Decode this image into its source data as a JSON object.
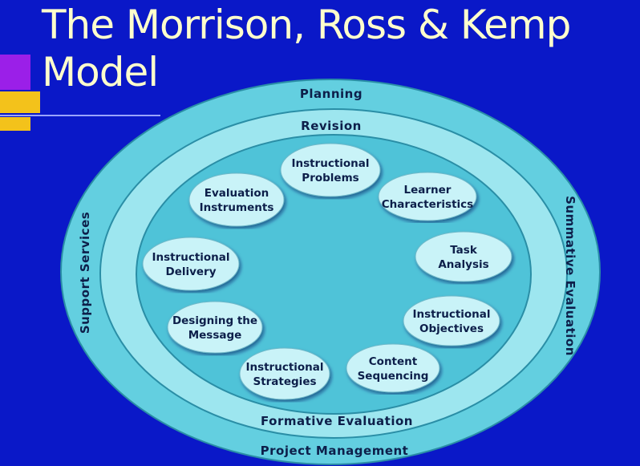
{
  "title": {
    "line1": "The Morrison, Ross & Kemp",
    "line2": "Model"
  },
  "colors": {
    "background": "#0a18c8",
    "title": "#ffffcc",
    "outer_ring": "#63cfe0",
    "middle_ring": "#9de6ef",
    "inner_disc": "#4fc3d8",
    "node_fill": "#c9f3f8",
    "text": "#0d1f4a"
  },
  "rings": {
    "outer_top": "Planning",
    "outer_bottom": "Project Management",
    "outer_left": "Support Services",
    "outer_right": "Summative Evaluation",
    "middle_top": "Revision",
    "middle_bottom": "Formative Evaluation"
  },
  "nodes": [
    {
      "id": "instructional-problems",
      "lines": [
        "Instructional",
        "Problems"
      ]
    },
    {
      "id": "learner-characteristics",
      "lines": [
        "Learner",
        "Characteristics"
      ]
    },
    {
      "id": "task-analysis",
      "lines": [
        "Task",
        "Analysis"
      ]
    },
    {
      "id": "instructional-objectives",
      "lines": [
        "Instructional",
        "Objectives"
      ]
    },
    {
      "id": "content-sequencing",
      "lines": [
        "Content",
        "Sequencing"
      ]
    },
    {
      "id": "instructional-strategies",
      "lines": [
        "Instructional",
        "Strategies"
      ]
    },
    {
      "id": "designing-the-message",
      "lines": [
        "Designing the",
        "Message"
      ]
    },
    {
      "id": "instructional-delivery",
      "lines": [
        "Instructional",
        "Delivery"
      ]
    },
    {
      "id": "evaluation-instruments",
      "lines": [
        "Evaluation",
        "Instruments"
      ]
    }
  ]
}
